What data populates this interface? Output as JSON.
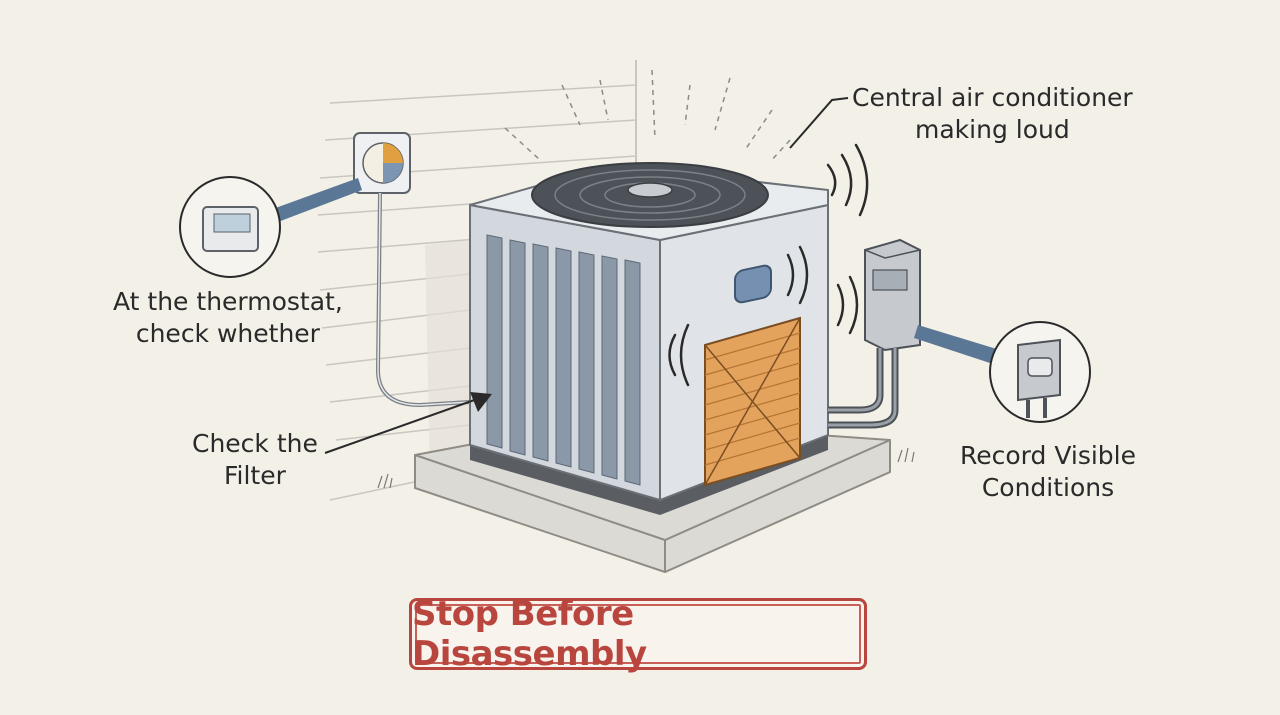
{
  "labels": {
    "central": [
      "Central air conditioner",
      "making loud"
    ],
    "thermostat": [
      "At the thermostat,",
      "check whether"
    ],
    "filter": [
      "Check the",
      "Filter"
    ],
    "record": [
      "Record Visible",
      "Conditions"
    ]
  },
  "banner": {
    "text": "Stop Before Disassembly"
  },
  "colors": {
    "background": "#f3f0e8",
    "unit_body": "#d9dde2",
    "filter": "#e3a35c",
    "banner_red": "#b8463e",
    "callout_blue": "#5a7896"
  },
  "icons": {
    "thermostat": "thermostat-icon",
    "disconnect_box": "electrical-disconnect-icon",
    "fan": "fan-grille-icon",
    "sound": "sound-wave-icon"
  }
}
